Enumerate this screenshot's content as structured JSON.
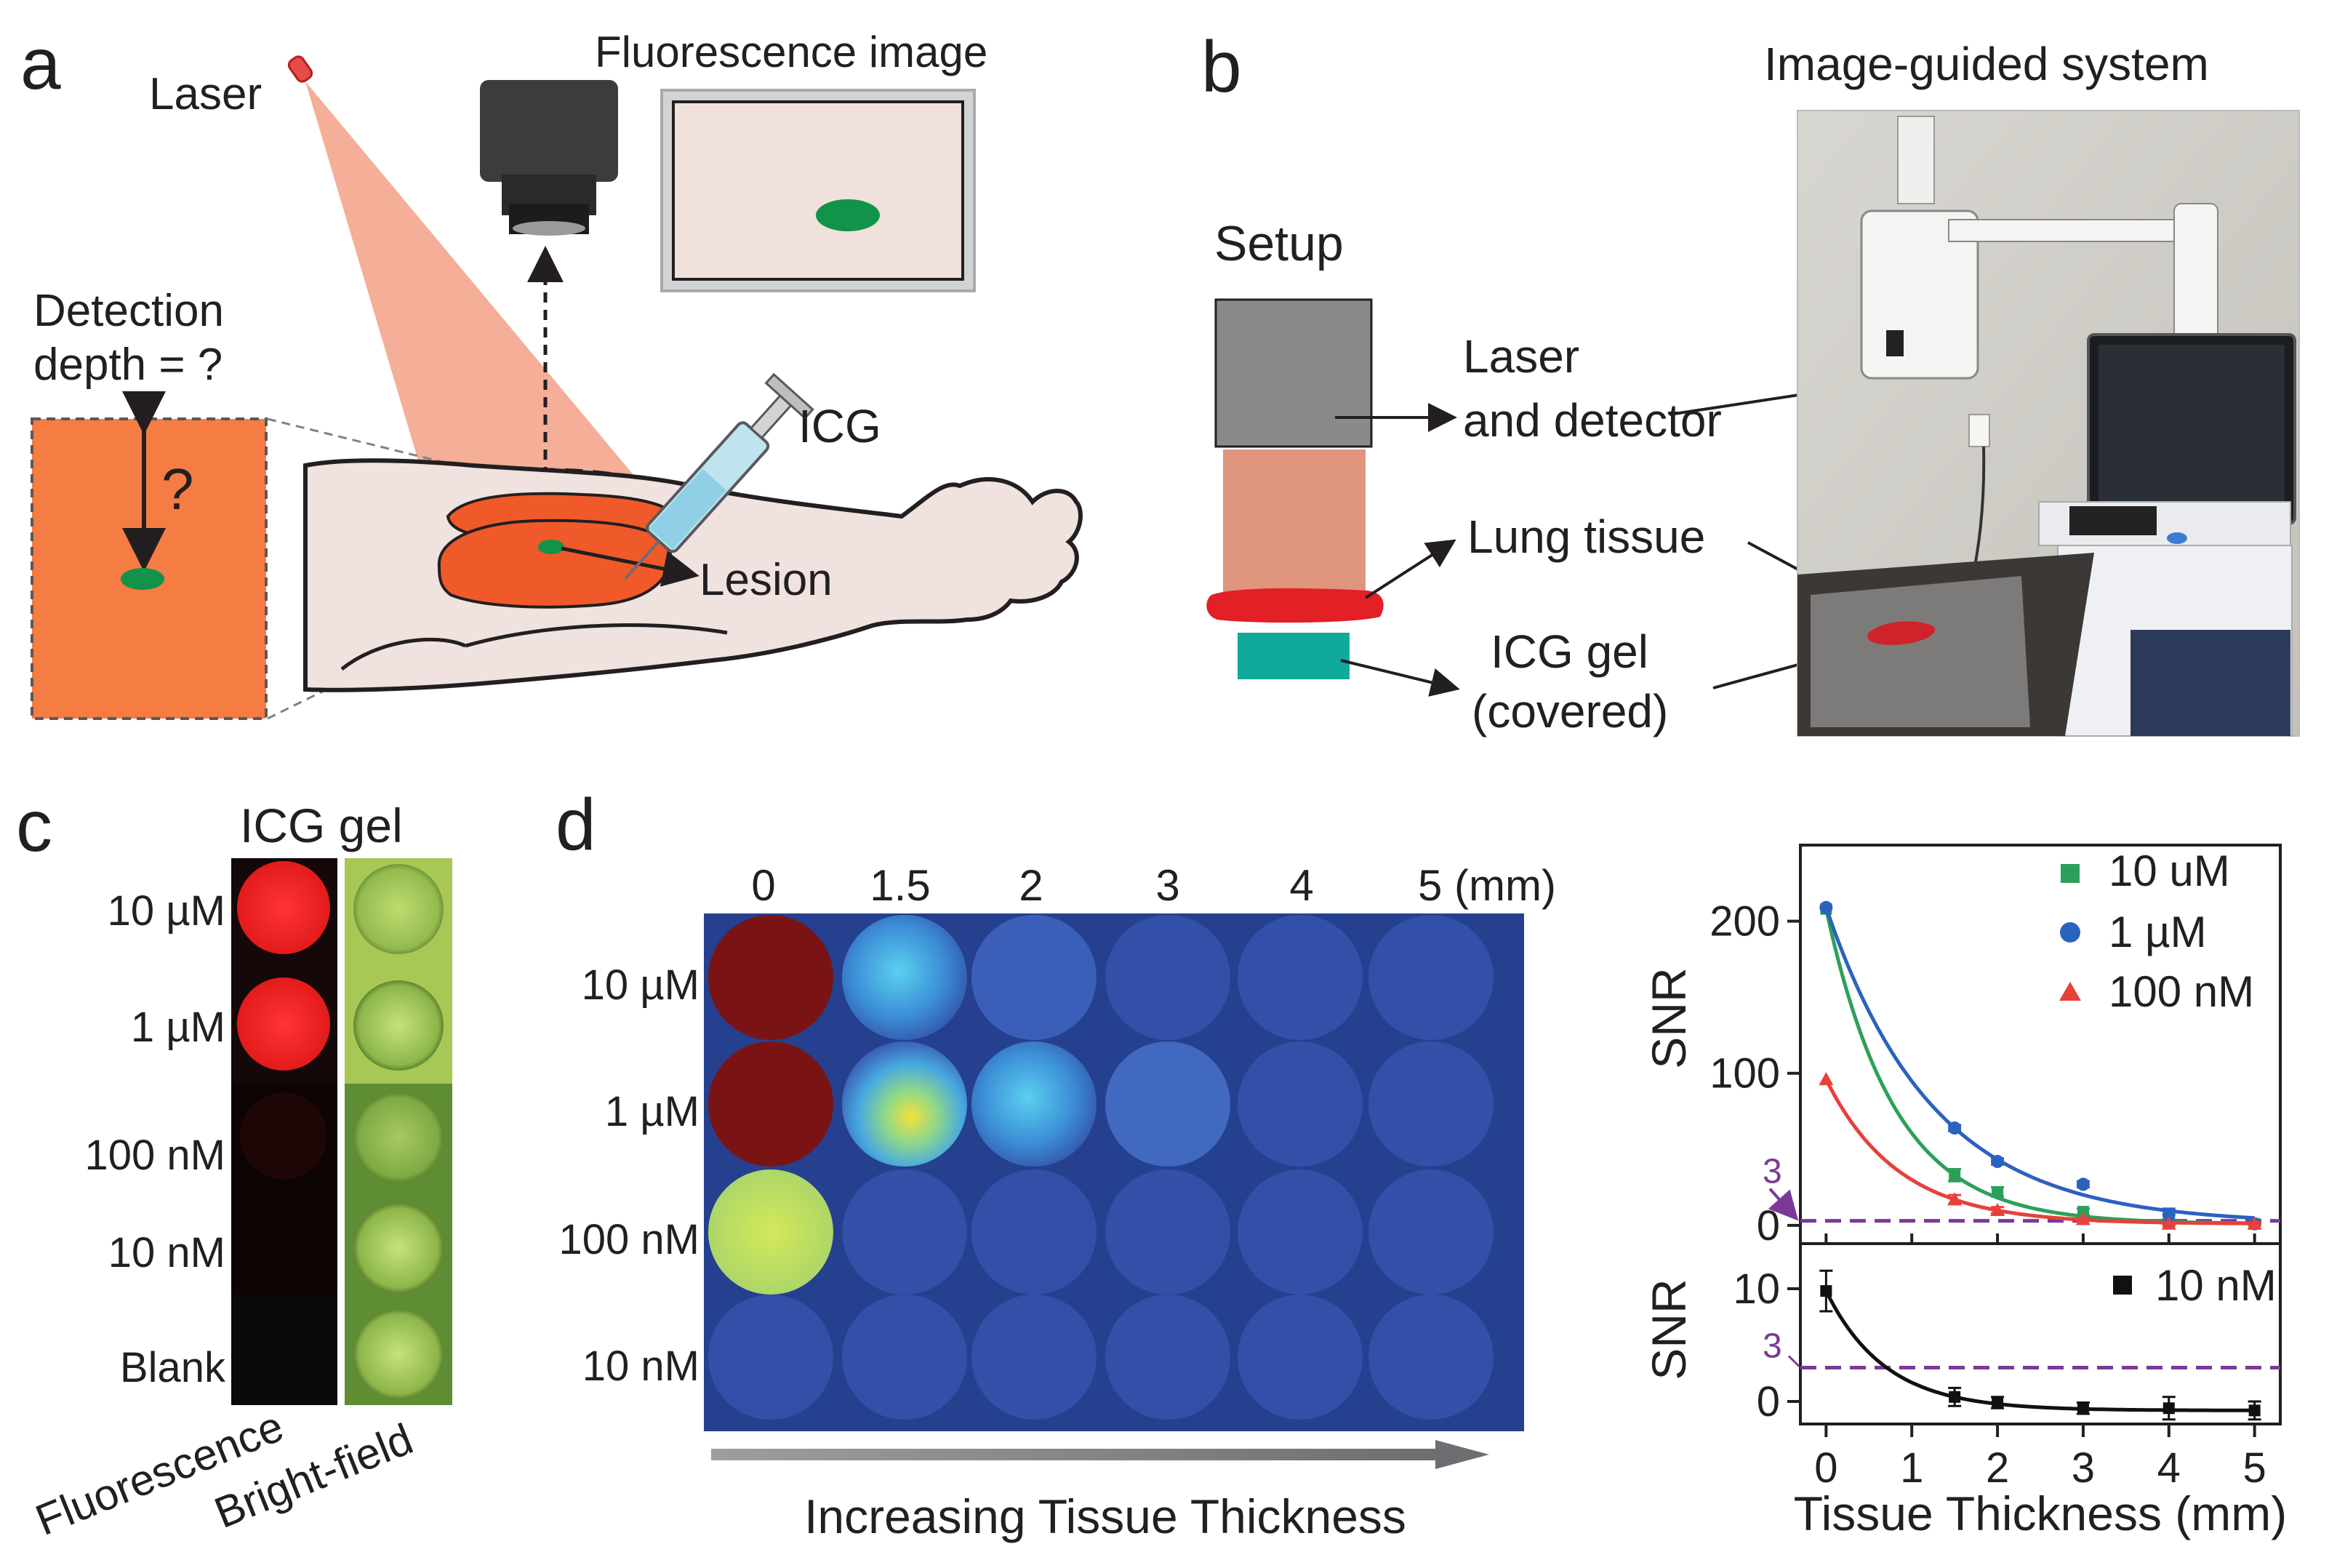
{
  "panel_a": {
    "letter": "a",
    "laser_label": "Laser",
    "fluorescence_image_label": "Fluorescence image",
    "detection_label_1": "Detection",
    "detection_label_2": "depth = ?",
    "question_mark": "?",
    "icg_label": "ICG",
    "lesion_label": "Lesion"
  },
  "panel_b": {
    "letter": "b",
    "system_title": "Image-guided system",
    "setup_title": "Setup",
    "laser_detector_1": "Laser",
    "laser_detector_2": "and detector",
    "lung_tissue": "Lung tissue",
    "icg_gel_1": "ICG gel",
    "icg_gel_2": "(covered)"
  },
  "panel_c": {
    "letter": "c",
    "title": "ICG gel",
    "rows": [
      "10 µM",
      "1 µM",
      "100 nM",
      "10 nM",
      "Blank"
    ],
    "col_fluorescence": "Fluorescence",
    "col_brightfield": "Bright-field"
  },
  "panel_d": {
    "letter": "d",
    "columns": [
      "0",
      "1.5",
      "2",
      "3",
      "4",
      "5 (mm)"
    ],
    "rows": [
      "10 µM",
      "1 µM",
      "100 nM",
      "10 nM"
    ],
    "arrow_label": "Increasing Tissue Thickness",
    "colors": {
      "saturated": "#7a1414",
      "background": "#24408f",
      "well": "#3350a8"
    }
  },
  "chart_data": [
    {
      "type": "scatter",
      "ylabel": "SNR",
      "xlim": [
        -0.3,
        5.3
      ],
      "ylim": [
        -12,
        250
      ],
      "yticks": [
        0,
        100,
        200
      ],
      "threshold": {
        "value": 3,
        "label": "3",
        "color": "#7b3a96"
      },
      "series": [
        {
          "name": "10 uM",
          "marker": "square",
          "color": "#2ca05a",
          "x": [
            0,
            1.5,
            2,
            3,
            4,
            5
          ],
          "y": [
            208,
            33,
            22,
            9,
            2,
            1
          ],
          "err": [
            0,
            4,
            3,
            2,
            2,
            1
          ]
        },
        {
          "name": "1 µM",
          "marker": "circle",
          "color": "#2b62c0",
          "x": [
            0,
            1.5,
            2,
            3,
            4,
            5
          ],
          "y": [
            209,
            64,
            42,
            27,
            7,
            1
          ],
          "err": [
            0,
            2,
            2,
            2,
            4,
            1
          ]
        },
        {
          "name": "100 nM",
          "marker": "triangle",
          "color": "#e8403a",
          "x": [
            0,
            1.5,
            2,
            3,
            4,
            5
          ],
          "y": [
            96,
            17,
            10,
            4,
            1,
            1
          ],
          "err": [
            0,
            3,
            2,
            1,
            1,
            1
          ]
        }
      ]
    },
    {
      "type": "scatter",
      "ylabel": "SNR",
      "xlabel": "Tissue Thickness (mm)",
      "xlim": [
        -0.3,
        5.3
      ],
      "ylim": [
        -2,
        14
      ],
      "yticks": [
        0,
        10
      ],
      "xticks": [
        0,
        1,
        2,
        3,
        4,
        5
      ],
      "threshold": {
        "value": 3,
        "label": "3",
        "color": "#7b3a96"
      },
      "series": [
        {
          "name": "10 nM",
          "marker": "square",
          "color": "#111111",
          "x": [
            0,
            1.5,
            2,
            3,
            4,
            5
          ],
          "y": [
            9.8,
            0.4,
            -0.1,
            -0.6,
            -0.6,
            -0.8
          ],
          "err": [
            1.8,
            0.8,
            0.5,
            0.5,
            1.0,
            0.8
          ]
        }
      ]
    }
  ]
}
